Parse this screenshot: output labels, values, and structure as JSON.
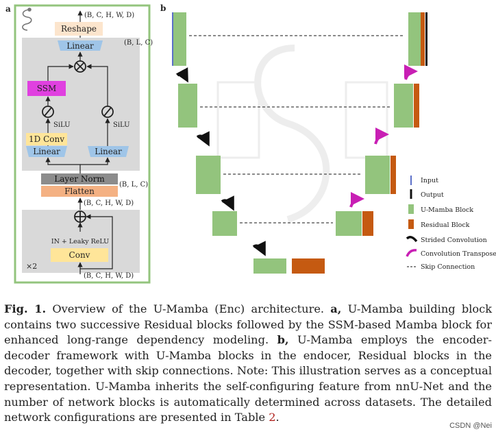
{
  "panel_a": {
    "letter": "a",
    "logo": "snake-logo",
    "dims_top": "(B, C, H, W, D)",
    "reshape": "Reshape",
    "dims_lc_top": "(B, L, C)",
    "linear_top": "Linear",
    "ssm": "SSM",
    "silu_left": "SiLU",
    "silu_right": "SiLU",
    "conv1d": "1D Conv",
    "linear_left": "Linear",
    "linear_right": "Linear",
    "layer_norm": "Layer Norm",
    "dims_lc_mid": "(B, L, C)",
    "flatten": "Flatten",
    "dims_mid": "(B, C, H, W, D)",
    "in_leaky": "IN + Leaky ReLU",
    "conv": "Conv",
    "repeat": "×2",
    "dims_bottom": "(B, C, H, W, D)"
  },
  "panel_b": {
    "letter": "b",
    "legend": [
      {
        "label": "Input",
        "color": "#5b6fc8"
      },
      {
        "label": "Output",
        "color": "#111111"
      },
      {
        "label": "U-Mamba Block",
        "color": "#93c47d"
      },
      {
        "label": "Residual Block",
        "color": "#c55a11"
      },
      {
        "label": "Strided Convolution",
        "color": "#111111"
      },
      {
        "label": "Convolution Transposed",
        "color": "#c81fb4"
      },
      {
        "label": "Skip Connection",
        "color": "#444444"
      }
    ]
  },
  "caption": {
    "fig_label": "Fig. 1.",
    "t1": " Overview of the U-Mamba (Enc) architecture. ",
    "a_label": "a,",
    "t2": " U-Mamba building block contains two successive Residual blocks followed by the SSM-based Mamba block for enhanced long-range dependency modeling. ",
    "b_label": "b,",
    "t3": " U-Mamba employs the encoder-decoder framework with U-Mamba blocks in the endocer, Residual blocks in the decoder, together with skip connections. Note: This illustration serves as a conceptual representation. U-Mamba inherits the self-configuring feature from nnU-Net and the number of network blocks is automatically determined across datasets. The detailed network configurations are presented in Table ",
    "table_ref": "2",
    "t4": "."
  },
  "watermark": "CSDN @Nei",
  "colors": {
    "frame": "#93c47d",
    "panel_bg": "#d9d9d9",
    "linear": "#9fc5e8",
    "ssm": "#e040e0",
    "yellow": "#ffe599",
    "layer_norm": "#8c8c8c",
    "flatten": "#f4b183",
    "reshape": "#fce5cd",
    "green": "#93c47d",
    "orange": "#c55a11",
    "magenta": "#c81fb4"
  }
}
